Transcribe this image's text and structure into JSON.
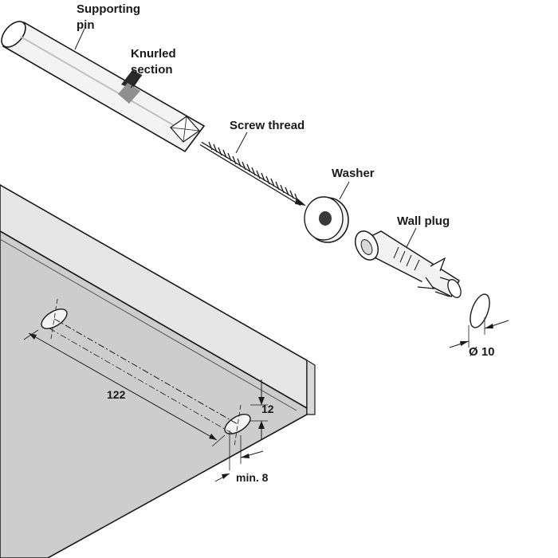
{
  "labels": {
    "supporting_pin_line1": "Supporting",
    "supporting_pin_line2": "pin",
    "knurled_line1": "Knurled",
    "knurled_line2": "section",
    "screw_thread": "Screw thread",
    "washer": "Washer",
    "wall_plug": "Wall plug",
    "diameter": "Ø 10"
  },
  "dimensions": {
    "spacing": "122",
    "height": "12",
    "min_edge": "min. 8"
  },
  "colors": {
    "line": "#1a1a1a",
    "shelf_top": "#e4e4e4",
    "shelf_front": "#c9c9c9",
    "shelf_side": "#d6d6d6",
    "part_fill": "#f2f2f2",
    "knurl": "#9a9a9a"
  }
}
